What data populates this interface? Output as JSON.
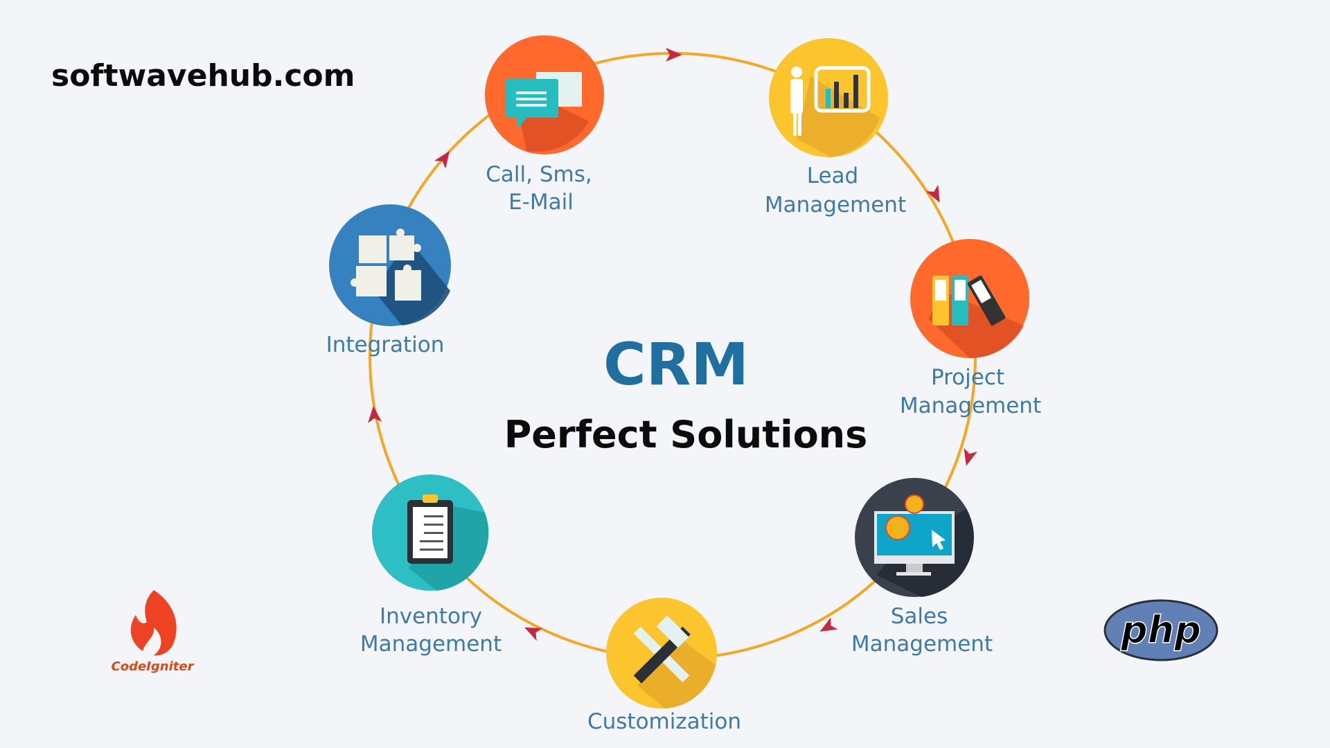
{
  "site": {
    "domain": "softwavehub.com"
  },
  "center": {
    "title": "CRM",
    "subtitle": "Perfect Solutions"
  },
  "modules": [
    {
      "line1": "Call, Sms,",
      "line2": "E-Mail",
      "icon": "chat-bubbles-icon",
      "color": "#ff6a2c"
    },
    {
      "line1": "Lead",
      "line2": "Management",
      "icon": "presentation-chart-icon",
      "color": "#fcc52e"
    },
    {
      "line1": "Project",
      "line2": "Management",
      "icon": "binders-icon",
      "color": "#ff6a2c"
    },
    {
      "line1": "Sales",
      "line2": "Management",
      "icon": "monitor-dollar-icon",
      "color": "#3a404c"
    },
    {
      "line1": "Customization",
      "line2": "",
      "icon": "hammer-wrench-icon",
      "color": "#fcc52e"
    },
    {
      "line1": "Inventory",
      "line2": "Management",
      "icon": "clipboard-icon",
      "color": "#2ebfc4"
    },
    {
      "line1": "Integration",
      "line2": "",
      "icon": "puzzle-icon",
      "color": "#3682c0"
    }
  ],
  "logos": {
    "codeigniter": "CodeIgniter",
    "php": "php"
  },
  "colors": {
    "ring": "#f5a623",
    "arrow": "#c8283f",
    "label": "#3d7aa6",
    "crm": "#1f6fa0"
  }
}
